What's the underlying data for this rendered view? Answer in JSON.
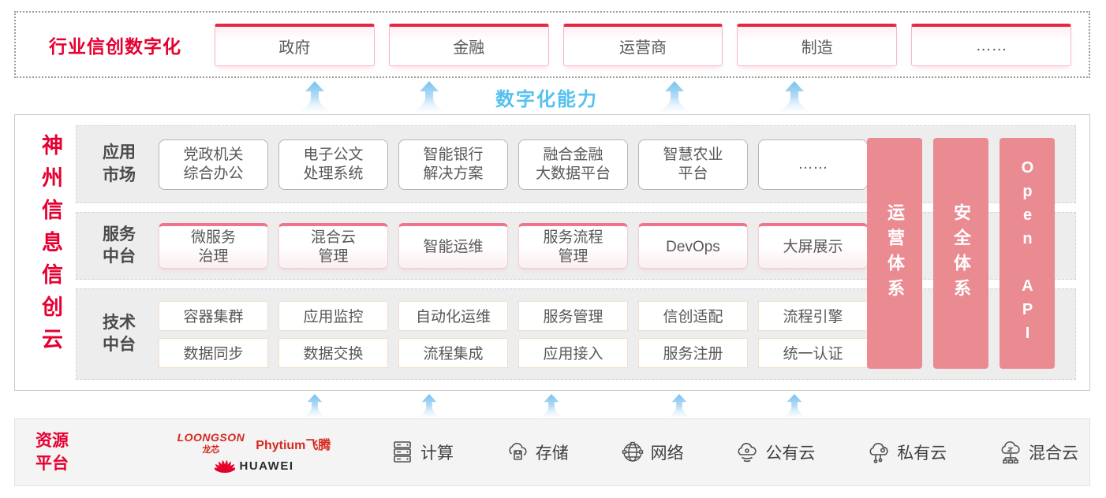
{
  "colors": {
    "accent_red": "#e60032",
    "tab_top_red": "#e62744",
    "service_top_pink": "#f0758a",
    "bar_pink": "#ea8b92",
    "capability_blue": "#54c1ee"
  },
  "top_band": {
    "title": "行业信创数字化",
    "items": [
      "政府",
      "金融",
      "运营商",
      "制造",
      "……"
    ]
  },
  "capability_label": "数字化能力",
  "platform": {
    "vertical_title": "神州信息信创云",
    "rows": [
      {
        "label": "应用\n市场",
        "items": [
          "党政机关\n综合办公",
          "电子公文\n处理系统",
          "智能银行\n解决方案",
          "融合金融\n大数据平台",
          "智慧农业\n平台",
          "……"
        ]
      },
      {
        "label": "服务\n中台",
        "items": [
          "微服务\n治理",
          "混合云\n管理",
          "智能运维",
          "服务流程\n管理",
          "DevOps",
          "大屏展示"
        ]
      },
      {
        "label": "技术\n中台",
        "items": [
          "容器集群",
          "应用监控",
          "自动化运维",
          "服务管理",
          "信创适配",
          "流程引擎",
          "数据同步",
          "数据交换",
          "流程集成",
          "应用接入",
          "服务注册",
          "统一认证"
        ]
      }
    ],
    "side_bars": [
      "运营体系",
      "安全体系",
      "Open API"
    ]
  },
  "resource": {
    "label": "资源\n平台",
    "vendors": [
      {
        "name": "LOONGSON",
        "sub": "龙芯"
      },
      {
        "name": "Phytium飞腾"
      },
      {
        "name": "HUAWEI"
      }
    ],
    "items": [
      {
        "icon": "server-icon",
        "label": "计算"
      },
      {
        "icon": "storage-cloud-icon",
        "label": "存储"
      },
      {
        "icon": "network-globe-icon",
        "label": "网络"
      },
      {
        "icon": "public-cloud-icon",
        "label": "公有云"
      },
      {
        "icon": "private-cloud-icon",
        "label": "私有云"
      },
      {
        "icon": "hybrid-cloud-icon",
        "label": "混合云"
      }
    ]
  }
}
